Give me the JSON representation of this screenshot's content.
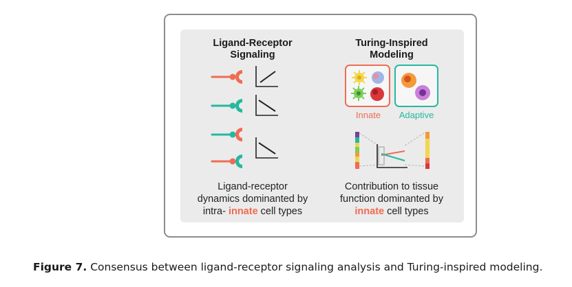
{
  "figure": {
    "left_panel": {
      "heading_line1": "Ligand-Receptor",
      "heading_line2": "Signaling",
      "desc_line1": "Ligand-receptor",
      "desc_line2": "dynamics dominanted by",
      "desc_line3_pre": "intra- ",
      "desc_line3_hl": "innate",
      "desc_line3_post": " cell types"
    },
    "right_panel": {
      "heading_line1": "Turing-Inspired",
      "heading_line2": "Modeling",
      "innate_label": "Innate",
      "adaptive_label": "Adaptive",
      "desc_line1": "Contribution to tissue",
      "desc_line2": "function dominanted by",
      "desc_line3_hl": "innate",
      "desc_line3_post": " cell types"
    },
    "colors": {
      "innate": "#ef6c53",
      "adaptive": "#26b8a0",
      "panel": "#ebebeb",
      "frame": "#8c8c8c"
    }
  },
  "caption": {
    "label": "Figure 7.",
    "text": " Consensus between ligand-receptor signaling analysis and Turing-inspired modeling."
  }
}
